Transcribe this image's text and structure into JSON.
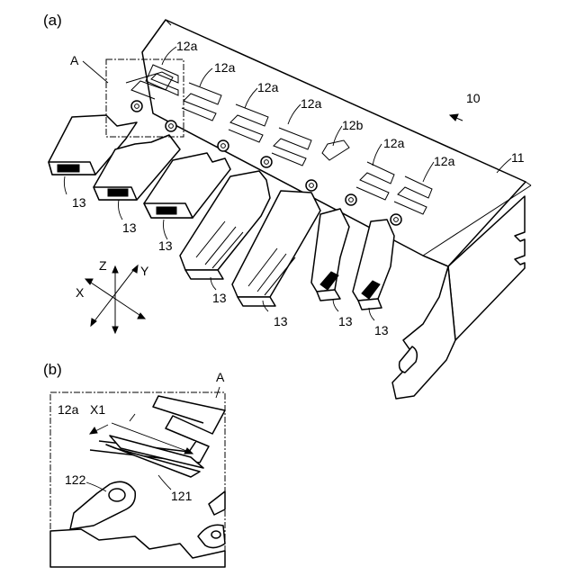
{
  "panels": {
    "a": "(a)",
    "b": "(b)"
  },
  "labels": {
    "region_a": "A",
    "ref_10": "10",
    "ref_11": "11",
    "ref_12a": "12a",
    "ref_12b": "12b",
    "ref_13": "13",
    "ref_121": "121",
    "ref_122": "122",
    "ref_x1": "X1"
  },
  "axes": {
    "x": "X",
    "y": "Y",
    "z": "Z"
  }
}
